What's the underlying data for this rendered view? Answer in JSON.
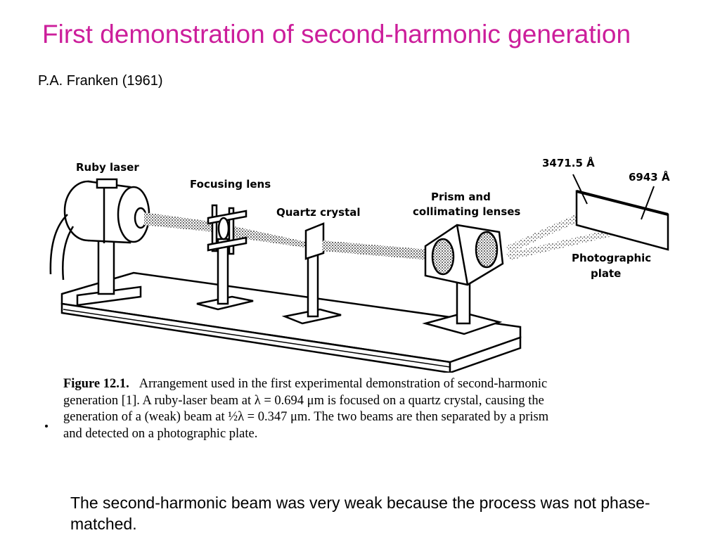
{
  "slide": {
    "title": "First demonstration of second-harmonic generation",
    "subtitle": "P.A. Franken (1961)",
    "footer": "The second-harmonic beam was very weak because the process was not phase-matched."
  },
  "diagram": {
    "labels": {
      "ruby_laser": "Ruby laser",
      "focusing_lens": "Focusing lens",
      "quartz_crystal": "Quartz crystal",
      "prism_line1": "Prism and",
      "prism_line2": "collimating lenses",
      "wavelength_short": "3471.5 Å",
      "wavelength_long": "6943 Å",
      "plate_line1": "Photographic",
      "plate_line2": "plate"
    }
  },
  "caption": {
    "label": "Figure 12.1.",
    "line1": "Arrangement used in the first experimental demonstration of second-harmonic",
    "line2": "generation [1]. A ruby-laser beam at λ = 0.694 μm is focused on a quartz crystal, causing the",
    "line3": "generation of a (weak) beam at ½λ = 0.347 μm. The two beams are then separated by a prism",
    "line4": "and detected on a photographic plate."
  }
}
